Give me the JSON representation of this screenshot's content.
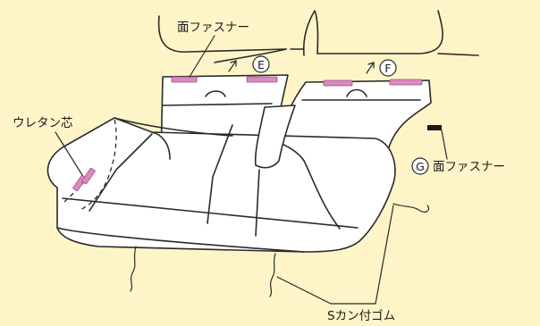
{
  "colors": {
    "background": "#fdf5c8",
    "fastener": "#d98bbf",
    "outline": "#2a2a2a",
    "black_fastener": "#1a1a1a"
  },
  "labels": {
    "face_fastener_top": "面ファスナー",
    "urethane_core": "ウレタン芯",
    "face_fastener_g": "面ファスナー",
    "s_hook_rubber": "Sカン付ゴム"
  },
  "markers": {
    "e": "E",
    "f": "F",
    "g": "G"
  }
}
